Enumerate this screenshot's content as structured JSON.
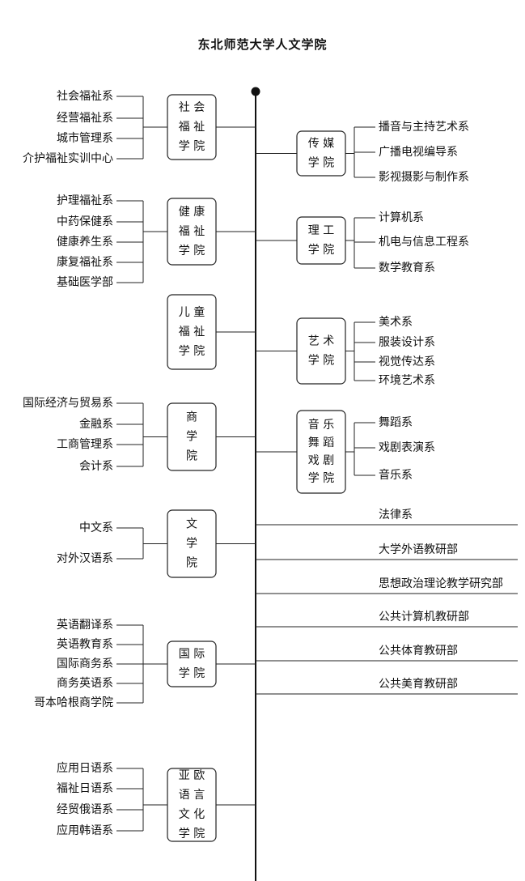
{
  "title": "东北师范大学人文学院",
  "left_colleges": [
    {
      "name": "社会福祉学院",
      "box_rows": [
        "社 会",
        "福 祉",
        "学 院"
      ],
      "departments": [
        "社会福祉系",
        "经营福祉系",
        "城市管理系",
        "介护福祉实训中心"
      ]
    },
    {
      "name": "健康福祉学院",
      "box_rows": [
        "健 康",
        "福 祉",
        "学 院"
      ],
      "departments": [
        "护理福祉系",
        "中药保健系",
        "健康养生系",
        "康复福祉系",
        "基础医学部"
      ]
    },
    {
      "name": "儿童福祉学院",
      "box_rows": [
        "儿 童",
        "福 祉",
        "学 院"
      ],
      "departments": []
    },
    {
      "name": "商学院",
      "box_rows": [
        "商",
        "学",
        "院"
      ],
      "departments": [
        "国际经济与贸易系",
        "金融系",
        "工商管理系",
        "会计系"
      ]
    },
    {
      "name": "文学院",
      "box_rows": [
        "文",
        "学",
        "院"
      ],
      "departments": [
        "中文系",
        "对外汉语系"
      ]
    },
    {
      "name": "国际学院",
      "box_rows": [
        "国 际",
        "学 院"
      ],
      "departments": [
        "英语翻译系",
        "英语教育系",
        "国际商务系",
        "商务英语系",
        "哥本哈根商学院"
      ]
    },
    {
      "name": "亚欧语言文化学院",
      "box_rows": [
        "亚 欧",
        "语 言",
        "文 化",
        "学 院"
      ],
      "departments": [
        "应用日语系",
        "福祉日语系",
        "经贸俄语系",
        "应用韩语系"
      ]
    }
  ],
  "right_colleges": [
    {
      "name": "传媒学院",
      "box_rows": [
        "传 媒",
        "学 院"
      ],
      "departments": [
        "播音与主持艺术系",
        "广播电视编导系",
        "影视摄影与制作系"
      ]
    },
    {
      "name": "理工学院",
      "box_rows": [
        "理 工",
        "学 院"
      ],
      "departments": [
        "计算机系",
        "机电与信息工程系",
        "数学教育系"
      ]
    },
    {
      "name": "艺术学院",
      "box_rows": [
        "艺 术",
        "学 院"
      ],
      "departments": [
        "美术系",
        "服装设计系",
        "视觉传达系",
        "环境艺术系"
      ]
    },
    {
      "name": "音乐舞蹈戏剧学院",
      "box_rows": [
        "音 乐",
        "舞 蹈",
        "戏 剧",
        "学 院"
      ],
      "departments": [
        "舞蹈系",
        "戏剧表演系",
        "音乐系"
      ]
    }
  ],
  "right_units": [
    "法律系",
    "大学外语教研部",
    "思想政治理论教学研究部",
    "公共计算机教研部",
    "公共体育教研部",
    "公共美育教研部"
  ]
}
